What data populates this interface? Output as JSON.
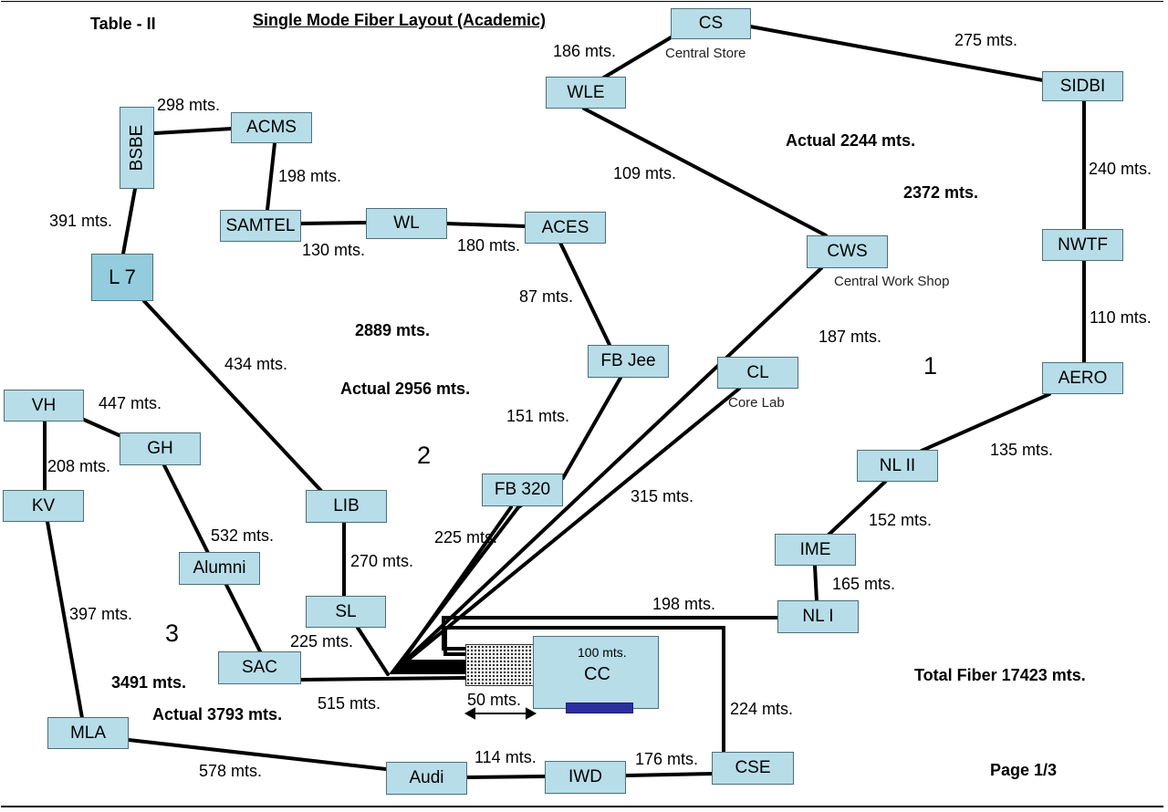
{
  "header": {
    "table_label": "Table - II",
    "title": "Single Mode Fiber Layout (Academic)"
  },
  "nodes": {
    "cs": "CS",
    "wle": "WLE",
    "sidbi": "SIDBI",
    "bsbe": "BSBE",
    "acms": "ACMS",
    "samtel": "SAMTEL",
    "wl": "WL",
    "aces": "ACES",
    "cws": "CWS",
    "nwtf": "NWTF",
    "l7": "L 7",
    "fbjee": "FB Jee",
    "cl": "CL",
    "aero": "AERO",
    "vh": "VH",
    "gh": "GH",
    "kv": "KV",
    "nl2": "NL II",
    "fb320": "FB 320",
    "lib": "LIB",
    "ime": "IME",
    "alumni": "Alumni",
    "sl": "SL",
    "nl1": "NL I",
    "sac": "SAC",
    "cc": "CC",
    "mla": "MLA",
    "cse": "CSE",
    "audi": "Audi",
    "iwd": "IWD"
  },
  "sublabels": {
    "cs": "Central Store",
    "cws": "Central Work Shop",
    "cl": "Core Lab"
  },
  "distances": {
    "cs_wle": "186 mts.",
    "cs_sidbi": "275 mts.",
    "bsbe_acms": "298 mts.",
    "acms_samtel": "198 mts.",
    "bsbe_l7": "391 mts.",
    "samtel_wl": "130 mts.",
    "wl_aces": "180 mts.",
    "wle_cws": "109 mts.",
    "sidbi_nwtf": "240 mts.",
    "aces_fbjee": "87 mts.",
    "nwtf_aero": "110 mts.",
    "cws_cl": "187 mts.",
    "l7_lib": "434 mts.",
    "vh_gh": "447 mts.",
    "fbjee_fb320": "151 mts.",
    "vh_kv": "208 mts.",
    "aero_nl2": "135 mts.",
    "cl_cc": "315 mts.",
    "gh_alumni": "532 mts.",
    "nl2_ime": "152 mts.",
    "fb320_cc": "225 mts.",
    "lib_sl": "270 mts.",
    "ime_nl1": "165 mts.",
    "kv_mla": "397 mts.",
    "nl1_cc": "198 mts.",
    "sl_cc": "225 mts.",
    "cc_loop": "100 mts.",
    "sac_cc": "515 mts.",
    "cc_patch": "50 mts.",
    "cc_cse": "224 mts.",
    "mla_audi": "578 mts.",
    "audi_iwd": "114 mts.",
    "iwd_cse": "176 mts."
  },
  "summary": {
    "loop1_actual": "Actual 2244 mts.",
    "loop1_planned": "2372 mts.",
    "loop2_planned": "2889 mts.",
    "loop2_actual": "Actual 2956 mts.",
    "loop3_planned": "3491 mts.",
    "loop3_actual": "Actual 3793 mts.",
    "total": "Total Fiber 17423 mts."
  },
  "loops": {
    "one": "1",
    "two": "2",
    "three": "3"
  },
  "footer": {
    "page": "Page 1/3"
  },
  "colors": {
    "node_fill": "#b7dde8",
    "node_fill_dark": "#93cddd",
    "node_border": "#4d6f7a",
    "cable": "#000000",
    "cc_bar": "#2b2e9e"
  }
}
